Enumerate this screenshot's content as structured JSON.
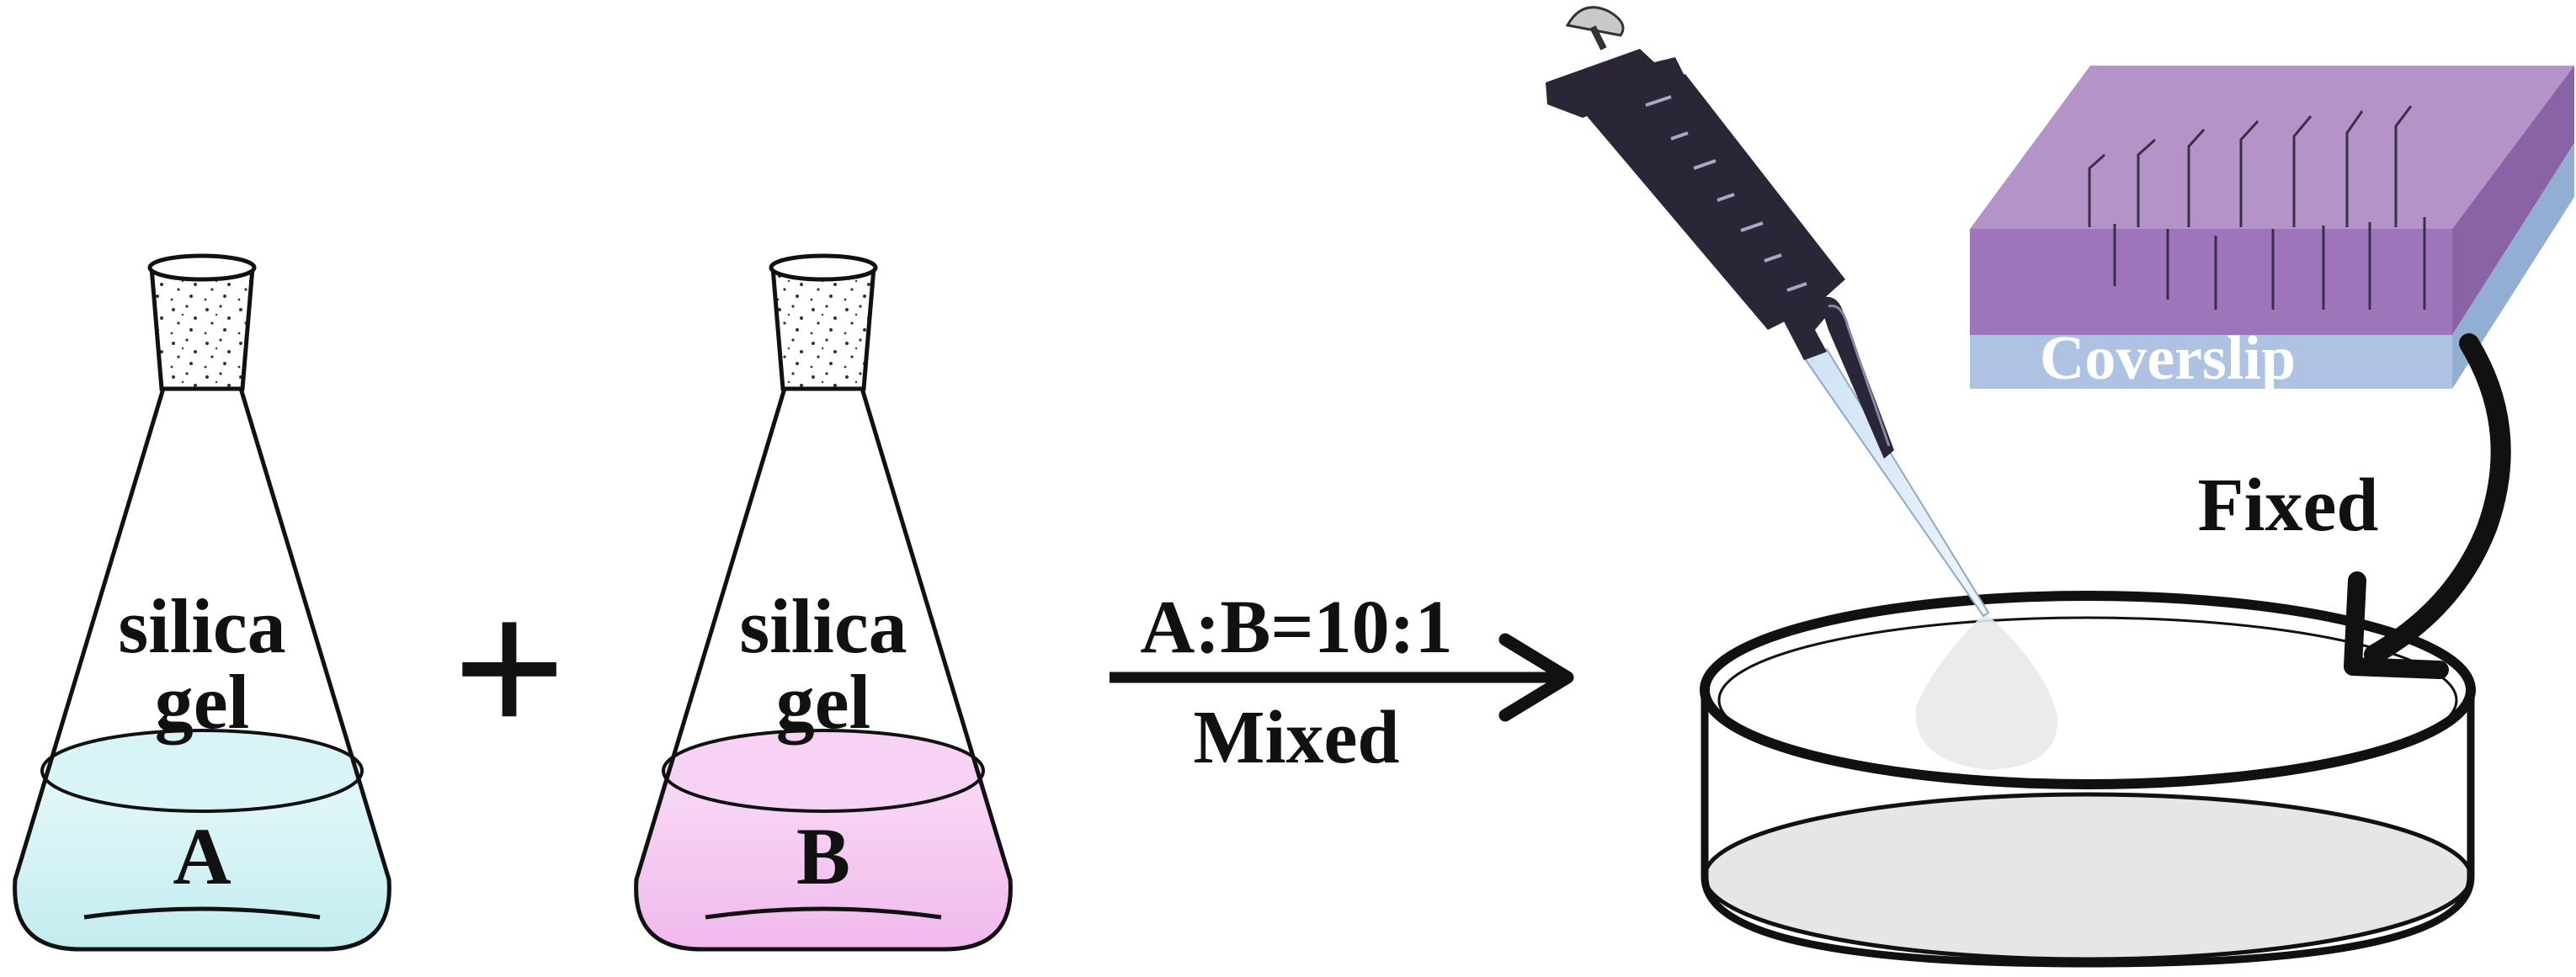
{
  "flask_a": {
    "content": [
      "silica",
      "gel"
    ],
    "label": "A",
    "liquid_color": "#cdf1f3"
  },
  "flask_b": {
    "content": [
      "silica",
      "gel"
    ],
    "label": "B",
    "liquid_color": "#f6c8f2"
  },
  "plus_sign": "+",
  "arrow": {
    "ratio": "A:B=10:1",
    "action": "Mixed"
  },
  "coverslip": {
    "label": "Coverslip",
    "base_color": "#aec3e3",
    "gel_color": "#9a6fb6"
  },
  "fixed_label": "Fixed",
  "colors": {
    "stroke": "#111111",
    "pipette": "#2a2638",
    "dish_bottom": "#e6e6e6"
  }
}
